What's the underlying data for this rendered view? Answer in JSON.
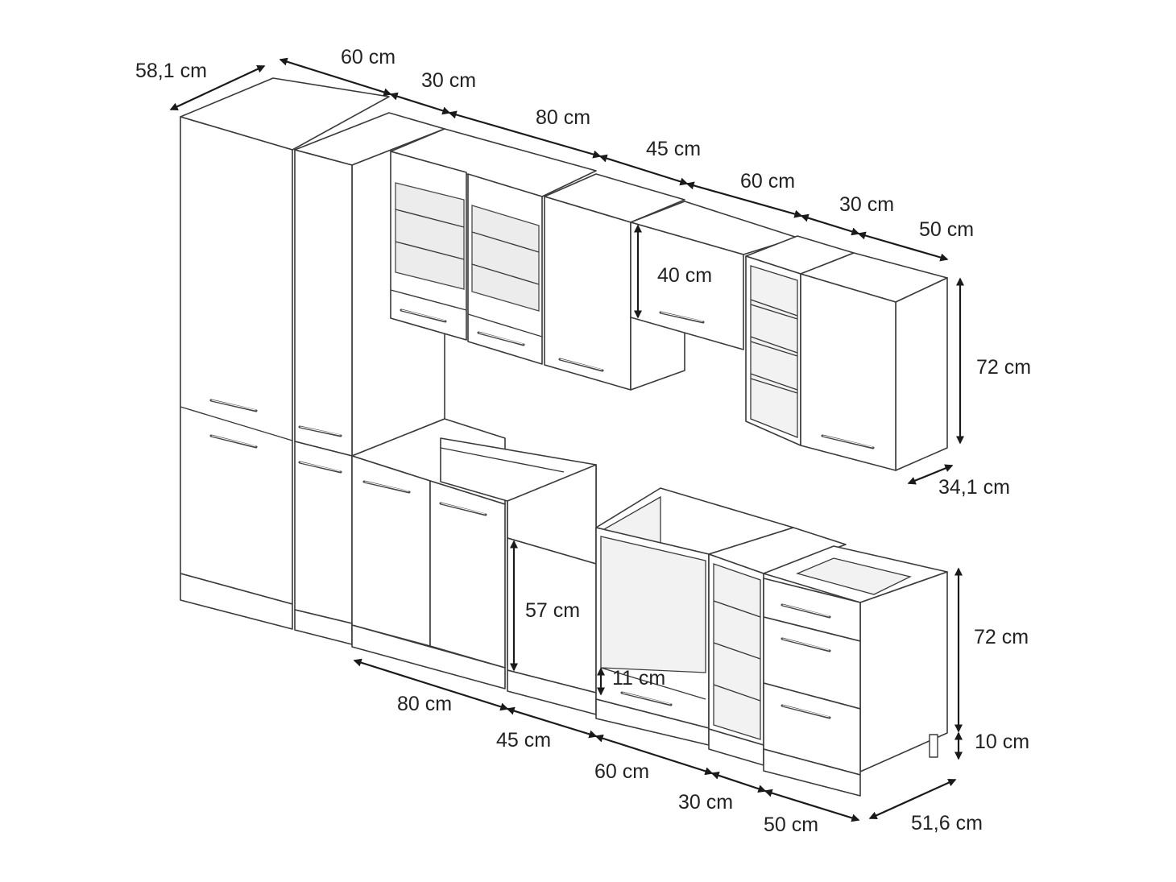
{
  "dimensions": {
    "tall_depth": "58,1 cm",
    "top_60": "60 cm",
    "top_30": "30 cm",
    "top_80": "80 cm",
    "top_45": "45 cm",
    "top_60b": "60 cm",
    "top_30b": "30 cm",
    "top_50": "50 cm",
    "upper_flap_height": "40 cm",
    "upper_height": "72 cm",
    "upper_depth": "34,1 cm",
    "oven_niche_height": "57 cm",
    "drawer_height": "11 cm",
    "base_height": "72 cm",
    "plinth_height": "10 cm",
    "bottom_80": "80 cm",
    "bottom_45": "45 cm",
    "bottom_60": "60 cm",
    "bottom_30": "30 cm",
    "bottom_50": "50 cm",
    "base_depth": "51,6 cm"
  }
}
